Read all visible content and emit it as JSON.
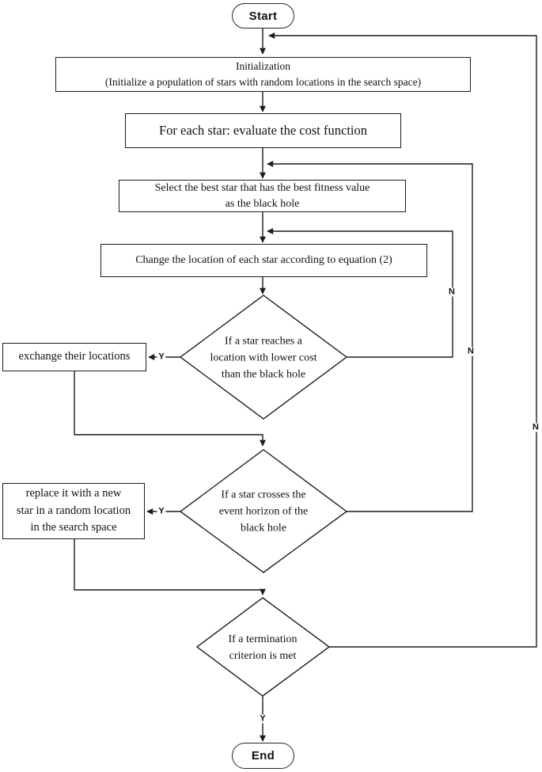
{
  "nodes": {
    "start": {
      "label": "Start"
    },
    "initialization": {
      "line1": "Initialization",
      "line2": "(Initialize a population of stars with random locations in the search space)"
    },
    "evaluate": {
      "label": "For each star: evaluate the cost function"
    },
    "select_black_hole": {
      "line1": "Select the best star that has the best fitness value",
      "line2": "as the black hole"
    },
    "change_location": {
      "label": "Change the location of each star according to equation (2)"
    },
    "decision_lower_cost": {
      "line1": "If a star reaches a",
      "line2": "location with lower cost",
      "line3": "than the black hole"
    },
    "exchange_locations": {
      "label": "exchange their locations"
    },
    "decision_event_horizon": {
      "line1": "If a star crosses the",
      "line2": "event horizon of the",
      "line3": "black hole"
    },
    "replace_star": {
      "line1": "replace it with a new",
      "line2": "star in a random location",
      "line3": "in the search space"
    },
    "decision_termination": {
      "line1": "If a termination",
      "line2": "criterion is met"
    },
    "end": {
      "label": "End"
    }
  },
  "edge_labels": {
    "lower_cost_yes": "Y",
    "lower_cost_no": "N",
    "event_horizon_yes": "Y",
    "event_horizon_no": "N",
    "termination_yes": "Y",
    "termination_no": "N"
  },
  "colors": {
    "line": "#1c1c1c",
    "text": "#111111",
    "background": "#ffffff"
  }
}
